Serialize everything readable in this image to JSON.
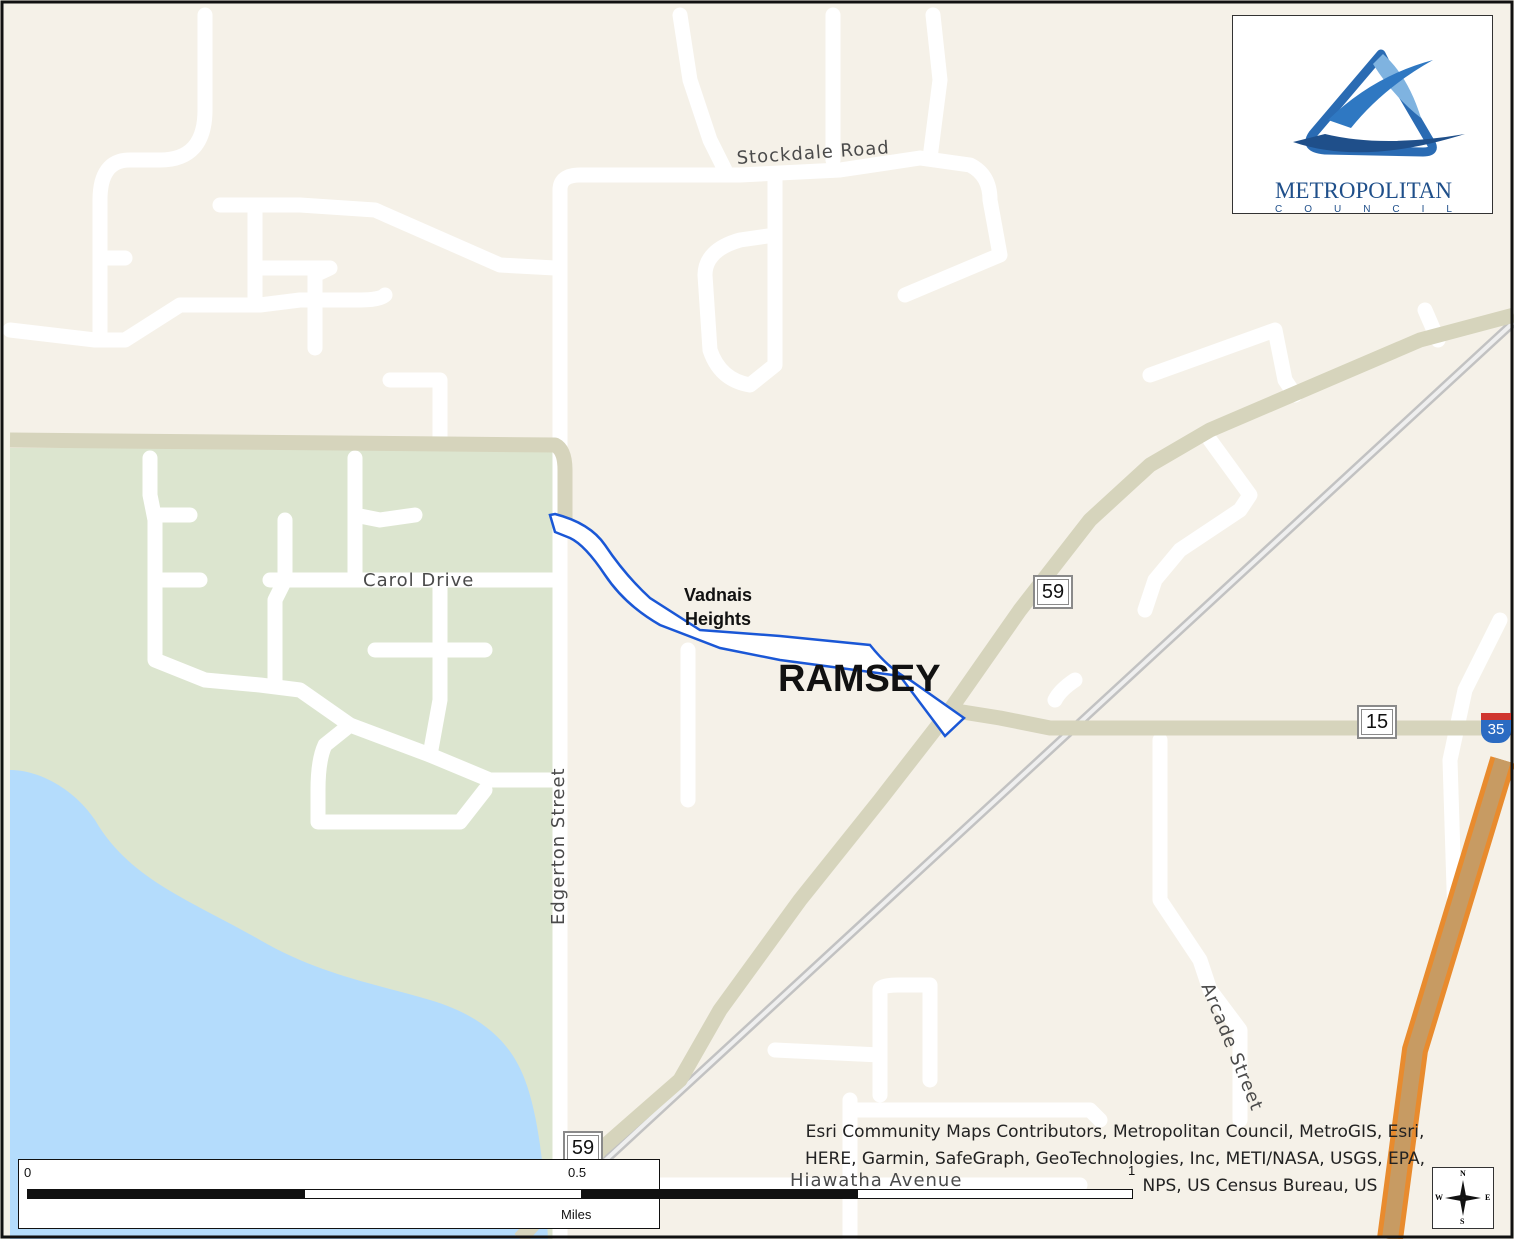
{
  "map": {
    "colors": {
      "land": "#f5f1e8",
      "park": "#dce5cf",
      "water": "#b4dcfc",
      "local_road": "#ffffff",
      "arterial": "#d6d4bc",
      "rail": "#c9c9c9",
      "interstate": "#e88b2e",
      "highlight": "#1a57d6"
    },
    "street_labels": {
      "stockdale": "Stockdale Road",
      "carol": "Carol Drive",
      "edgerton": "Edgerton Street",
      "arcade": "Arcade Street",
      "hiawatha": "Hiawatha Avenue"
    },
    "place_labels": {
      "city_line1": "Vadnais",
      "city_line2": "Heights",
      "county": "RAMSEY"
    },
    "route_shields": {
      "r59_north": "59",
      "r59_south": "59",
      "r15": "15",
      "interstate": "35"
    },
    "logo": {
      "title": "METROPOLITAN",
      "subtitle": "COUNCIL"
    },
    "scale_bar": {
      "tick_0": "0",
      "tick_half": "0.5",
      "tick_1": "1",
      "units": "Miles"
    },
    "attribution": {
      "line1": "Esri Community Maps Contributors, Metropolitan Council, MetroGIS, Esri,",
      "line2": "HERE, Garmin, SafeGraph, GeoTechnologies, Inc, METI/NASA, USGS, EPA,",
      "line3": "NPS, US Census Bureau, US"
    },
    "compass": {
      "n": "N",
      "s": "S",
      "e": "E",
      "w": "W"
    }
  }
}
